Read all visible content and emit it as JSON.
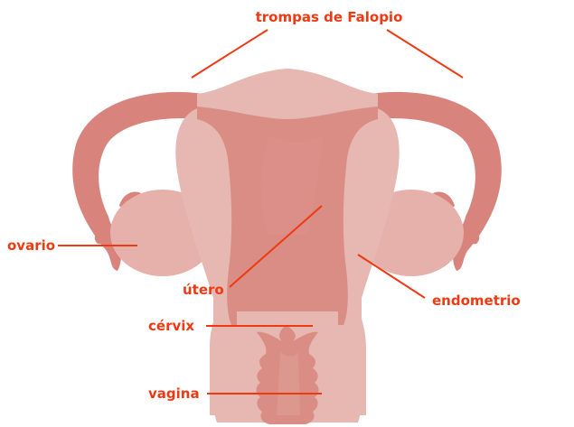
{
  "colors": {
    "accent": "#ee3a12",
    "outer_tissue": "#e7b7b1",
    "inner_tissue": "#d98d85",
    "tube": "#d8847d",
    "ovary": "#e7b1ab",
    "vagina_inner": "#d98d85"
  },
  "labels": {
    "fallopian_tubes": "trompas de Falopio",
    "ovary": "ovario",
    "uterus": "útero",
    "endometrium": "endometrio",
    "cervix": "cérvix",
    "vagina": "vagina"
  }
}
